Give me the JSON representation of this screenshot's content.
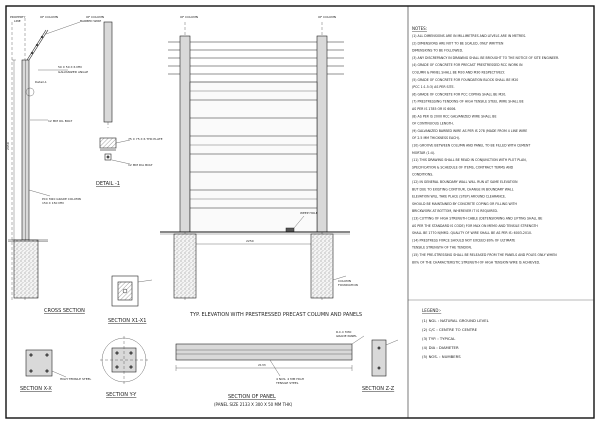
{
  "labels": {
    "property_line_1": "PROPERTY",
    "property_line_2": "LINE",
    "of_column_1": "OF COLUMN",
    "of_column_2": "OF COLUMN",
    "of_column_3": "OF COLUMN",
    "of_column_4": "OF COLUMN",
    "cross_section": "CROSS SECTION",
    "section_x1x1": "SECTION X1-X1",
    "elevation": "TYP. ELEVATION WITH PRESTRESSED PRECAST COLUMN AND PANELS",
    "section_xx": "SECTION X-X",
    "section_yy": "SECTION Y-Y",
    "section_panel": "SECTION OF PANEL",
    "panel_size": "(PANEL SIZE 2133 X 300 X 50 MM THK)",
    "section_zz": "SECTION Z-Z",
    "detail_1": "DETAIL -1",
    "weep_hole": "WEEP HOLE",
    "column_foundation_1": "COLUMN",
    "column_foundation_2": "FOUNDATION",
    "barbed_wire": "BARBED WIRE",
    "galv_angle": "GALVANIZED ANGLE",
    "plate": "75 X 75 X 6 THK PLATE",
    "oil_bolt": "12 MM OIL BOLT",
    "angle_size": "50 X 50 X 6 MM",
    "pcc_grade": "PCC M20 GRADE COLUMN",
    "pcc_size": "150 X 150 MM",
    "high_tensile": "HIGH TENSILE STEEL",
    "dim_2450": "2450",
    "dim_2250": "2250",
    "mm_bolt": "12 MM DIA BOLT",
    "wire_ht": "4 NOS. 4 MM HIGH TENSILE STEEL WIRE",
    "rcc_m30": "R.C.C M30",
    "grade_panel": "GRADE PANEL",
    "hts_1": "4 NOS. 4 MM HIGH",
    "hts_2": "TENSILE STEEL",
    "dim_2133": "2133",
    "dim_300": "300",
    "detail_label": "Detail-1"
  },
  "notes": {
    "title": "NOTES:",
    "items": [
      "(1)  ALL DIMENSIONS ARE IN MILLIMETRES AND LEVELS ARE IN METRES.",
      "(2)  DIMENSIONS ARE NOT TO BE SCALED, ONLY WRITTEN",
      "      DIMENSIONS TO BE FOLLOWED.",
      "(3)  ANY DISCREPANCY IN DRAWING SHALL BE BROUGHT TO THE NOTICE OF SITE ENGINEER.",
      "(4)  GRADE OF CONCRETE FOR PRECAST PRESTRESSED RCC WORK IN",
      "      COLUMN & PANEL SHALL BE M30 AND M30 RESPECTIVELY.",
      "(5)  GRADE OF CONCRETE FOR FOUNDATION BLOCK SHALL BE M20",
      "      (PCC 1:1.5:3) AS PER SITE.",
      "(6)  GRADE OF CONCRETE FOR PCC COPING SHALL BE M20.",
      "(7)  PRESTRESSING TENDONS OF HIGH TENSILE STEEL WIRE SHALL BE",
      "      AS PER IS 1785 OR IS 6006.",
      "(8)  AS PER IS 2000 RCC GALVANIZED WIRE SHALL BE",
      "      OF CONTINUOUS LENGTH.",
      "(9)  GALVANIZED BARBED WIRE AS PER IS 278 (MADE FROM 4 LINE WIRE",
      "      OF 2.5 MM THICKNESS EACH).",
      "(10) GROOVE BETWEEN COLUMN AND PANEL TO BE FILLED WITH CEMENT",
      "      MORTAR (1:4).",
      "(11) THIS DRAWING SHALL BE READ IN CONJUNCTION WITH PLOT PLAN,",
      "      SPECIFICATION & SCHEDULE OF ITEMS, CONTRACT TERMS AND",
      "      CONDITIONS.",
      "(12) IN GENERAL BOUNDARY WALL WILL RUN AT SAME ELEVATION",
      "      BUT DUE TO EXISTING CONTOUR, CHANGE IN BOUNDARY WALL",
      "      ELEVATION WILL TAKE PLACE (STEP) AROUND CLEARANCE.",
      "      SHOULD BE MAINTAINED BY CONCRETE COPING OR FILLING WITH",
      "      BRICKWORK AT BOTTOM, WHEREVER IT IS REQUIRED.",
      "(13) CUTTING OF HIGH STRENGTH CABLE (DETENSIONING AND LIFTING SHALL BE",
      "      AS PER THE STANDARD IS CODE) FOR MAX ON MEMO AND TENSILE STRENGTH",
      "      SHALL BE 1770 N/MM2. QUALITY OF WIRE SHALL BE AS PER IS: 6003-2010.",
      "(14) PRESTRESS FORCE SHOULD NOT EXCEED 80% OF ULTIMATE",
      "      TENSILE STRENGTH OF THE TENDON.",
      "(15) THE PRE-STRESSING SHALL BE RELEASED FROM THE PANELS AND POLES ONLY WHEN",
      "      80% OF THE CHARACTERISTIC STRENGTH OF HIGH TENSION WIRE IS ACHIEVED."
    ]
  },
  "legend": {
    "title": "LEGEND:-",
    "items": [
      "(1)  NGL : NATURAL GROUND LEVEL",
      "(2)  C/C  : CENTRE TO CENTRE",
      "(3)  TYP. : TYPICAL",
      "(4)  DIA   : DIAMETER",
      "(5)  NOS. : NUMBERS"
    ]
  }
}
